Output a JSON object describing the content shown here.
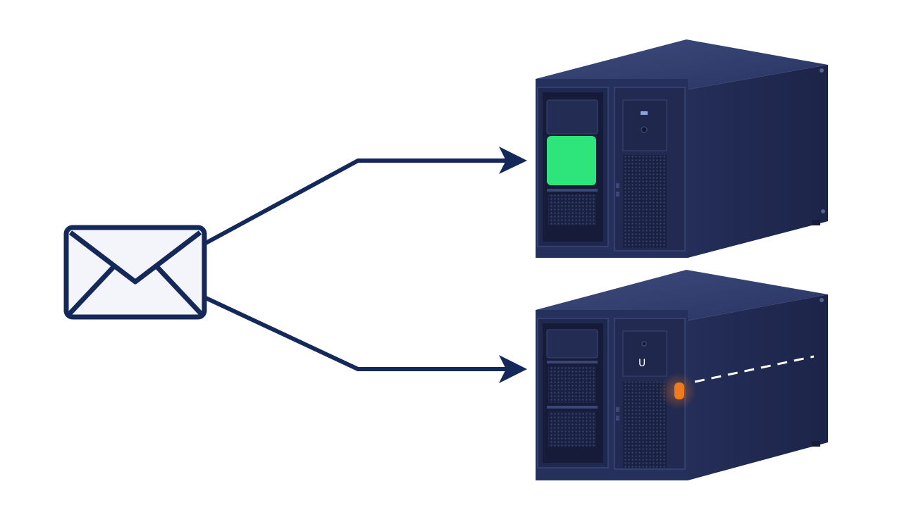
{
  "diagram": {
    "colors": {
      "background": "#ffffff",
      "line": "#14285a",
      "envelope_fill": "#f3f5fa",
      "server_front": "#26305c",
      "server_front_dark": "#1d2549",
      "server_side": "#1f2850",
      "server_top": "#3a4777",
      "led_active": "#2ee57c",
      "led_warning": "#f07b1e",
      "dash": "#ffffff"
    },
    "source": {
      "icon": "envelope-icon"
    },
    "targets": [
      {
        "icon": "server-icon",
        "status": "active",
        "indicator_color": "#2ee57c",
        "panel_glyph": ""
      },
      {
        "icon": "server-icon",
        "status": "warning",
        "indicator_color": "#f07b1e",
        "panel_glyph": "U"
      }
    ],
    "connections": [
      {
        "from": "envelope",
        "to": "server-1"
      },
      {
        "from": "envelope",
        "to": "server-2"
      }
    ]
  }
}
